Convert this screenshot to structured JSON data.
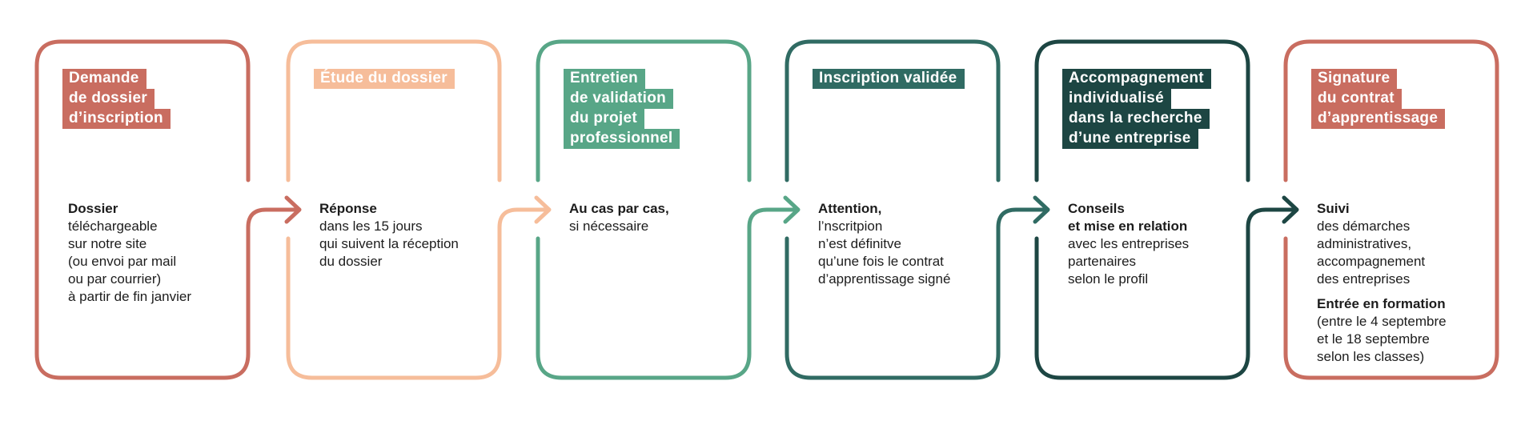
{
  "page": {
    "background": "#ffffff",
    "body_text_color": "#1c1c1c",
    "title_text_color": "#ffffff"
  },
  "cards": [
    {
      "step": 1,
      "accent": "#C96D60",
      "title_lines": [
        "Demande",
        "de dossier",
        "d’inscription"
      ],
      "paragraphs": [
        {
          "lines": [
            {
              "text": "Dossier",
              "bold": true
            },
            {
              "text": "téléchargeable",
              "bold": false
            },
            {
              "text": "sur notre site",
              "bold": false
            },
            {
              "text": "(ou envoi par mail",
              "bold": false
            },
            {
              "text": "ou par courrier)",
              "bold": false
            },
            {
              "text": "à partir de fin janvier",
              "bold": false
            }
          ]
        }
      ]
    },
    {
      "step": 2,
      "accent": "#F6BD9A",
      "title_lines": [
        "Étude du dossier"
      ],
      "paragraphs": [
        {
          "lines": [
            {
              "text": "Réponse",
              "bold": true
            },
            {
              "text": "dans les 15 jours",
              "bold": false
            },
            {
              "text": "qui suivent la réception",
              "bold": false
            },
            {
              "text": "du dossier",
              "bold": false
            }
          ]
        }
      ]
    },
    {
      "step": 3,
      "accent": "#58A687",
      "title_lines": [
        "Entretien",
        "de validation",
        "du projet",
        "professionnel"
      ],
      "paragraphs": [
        {
          "lines": [
            {
              "text": "Au cas par cas,",
              "bold": true
            },
            {
              "text": "si nécessaire",
              "bold": false
            }
          ]
        }
      ]
    },
    {
      "step": 4,
      "accent": "#306B63",
      "title_lines": [
        "Inscription validée"
      ],
      "paragraphs": [
        {
          "lines": [
            {
              "text": "Attention,",
              "bold": true
            },
            {
              "text": "l’nscritpion",
              "bold": false
            },
            {
              "text": "n’est définitve",
              "bold": false
            },
            {
              "text": "qu’une fois le contrat",
              "bold": false
            },
            {
              "text": "d’apprentissage signé",
              "bold": false
            }
          ]
        }
      ]
    },
    {
      "step": 5,
      "accent": "#1D4643",
      "title_lines": [
        "Accompagnement",
        "individualisé",
        "dans la recherche",
        "d’une entreprise"
      ],
      "paragraphs": [
        {
          "lines": [
            {
              "text": "Conseils",
              "bold": true
            },
            {
              "text": "et mise en relation",
              "bold": true
            },
            {
              "text": "avec les entreprises",
              "bold": false
            },
            {
              "text": "partenaires",
              "bold": false
            },
            {
              "text": "selon le profil",
              "bold": false
            }
          ]
        }
      ]
    },
    {
      "step": 6,
      "accent": "#C96D60",
      "title_lines": [
        "Signature",
        "du contrat",
        "d’apprentissage"
      ],
      "paragraphs": [
        {
          "lines": [
            {
              "text": "Suivi",
              "bold": true
            },
            {
              "text": "des démarches",
              "bold": false
            },
            {
              "text": "administratives,",
              "bold": false
            },
            {
              "text": "accompagnement",
              "bold": false
            },
            {
              "text": "des entreprises",
              "bold": false
            }
          ]
        },
        {
          "lines": [
            {
              "text": "Entrée en formation",
              "bold": true
            },
            {
              "text": "(entre le 4 septembre",
              "bold": false
            },
            {
              "text": "et le 18 septembre",
              "bold": false
            },
            {
              "text": "selon les classes)",
              "bold": false
            }
          ]
        }
      ]
    }
  ]
}
